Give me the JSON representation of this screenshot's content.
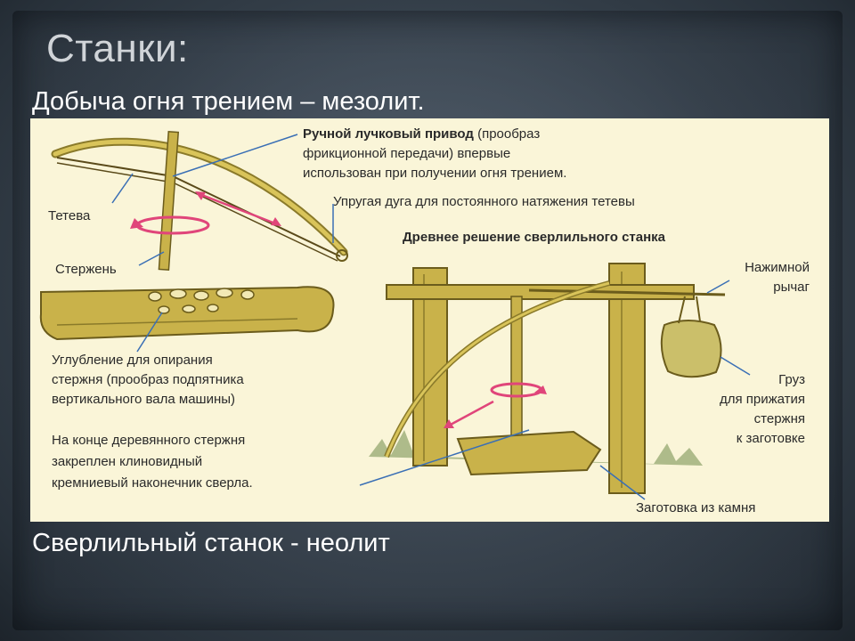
{
  "slide": {
    "title": "Станки:",
    "subtitle_top": "Добыча огня трением – мезолит.",
    "subtitle_bottom": "Сверлильный станок - неолит"
  },
  "figure": {
    "labels": {
      "bow_drive_bold": "Ручной лучковый привод",
      "bow_drive_rest": " (прообраз",
      "bow_drive_l2": "фрикционной передачи) впервые",
      "bow_drive_l3": "использован при получении огня трением.",
      "elastic_arc": "Упругая дуга для постоянного натяжения тетевы",
      "teteva": "Тетева",
      "sterzhen": "Стержень",
      "ancient_solution": "Древнее решение сверлильного станка",
      "lever_l1": "Нажимной",
      "lever_l2": "рычаг",
      "recess_l1": "Углубление для опирания",
      "recess_l2": "стержня (прообраз подпятника",
      "recess_l3": "вертикального вала машины)",
      "weight_l1": "Груз",
      "weight_l2": "для прижатия",
      "weight_l3": "стержня",
      "weight_l4": "к заготовке",
      "tip_l1": "На конце деревянного стержня",
      "tip_l2": "закреплен клиновидный",
      "tip_l3": "кремниевый наконечник сверла.",
      "stone_blank": "Заготовка из камня"
    }
  },
  "colors": {
    "paper": "#faf5d8",
    "wood": "#c9b24a",
    "wood_dark": "#8a7a2a",
    "pointer": "#3a6fb5",
    "arrow": "#e0457a",
    "text_light": "#ffffff",
    "title": "#d0d4d8"
  }
}
